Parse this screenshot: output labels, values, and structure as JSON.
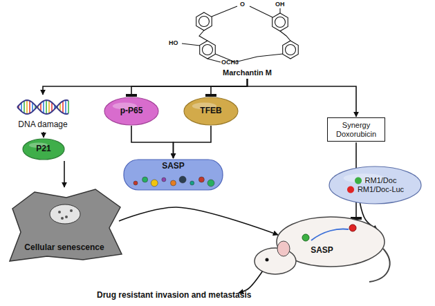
{
  "diagram": {
    "nodes": [
      {
        "text": [
          "Marchantin M"
        ]
      },
      {
        "text": [
          "DNA damage"
        ]
      },
      {
        "text": [
          "P21"
        ]
      },
      {
        "text": [
          "Cellular senescence"
        ]
      },
      {
        "text": [
          "p-P65"
        ]
      },
      {
        "text": [
          "TFEB"
        ]
      },
      {
        "text": [
          "SASP"
        ]
      },
      {
        "text": [
          "Synergy Doxorubicin"
        ]
      },
      {
        "text": [
          "SASP"
        ]
      },
      {
        "text": [
          "RM1/Doc",
          "RM1/Doc-Luc"
        ]
      }
    ],
    "edges": [
      {
        "from": 0,
        "to": 1,
        "arrow": "to"
      },
      {
        "from": 0,
        "to": 4,
        "arrow": "to"
      },
      {
        "from": 0,
        "to": 5,
        "arrow": "to"
      },
      {
        "from": 0,
        "to": 7,
        "arrow": "to"
      },
      {
        "from": 1,
        "to": 2,
        "arrow": "to"
      },
      {
        "from": 2,
        "to": 3,
        "arrow": "to"
      },
      {
        "from": 4,
        "to": 6,
        "arrow": "to"
      },
      {
        "from": 5,
        "to": 6,
        "arrow": "to"
      },
      {
        "from": 3,
        "to": 8,
        "arrow": "to"
      },
      {
        "from": 7,
        "to": 8,
        "arrow": "to"
      },
      {
        "from": 9,
        "to": 8,
        "arrow": "to"
      }
    ],
    "labels": [
      "O",
      "OH",
      "HO",
      "OCH3",
      "Drug resistant invasion and metastasis"
    ]
  }
}
